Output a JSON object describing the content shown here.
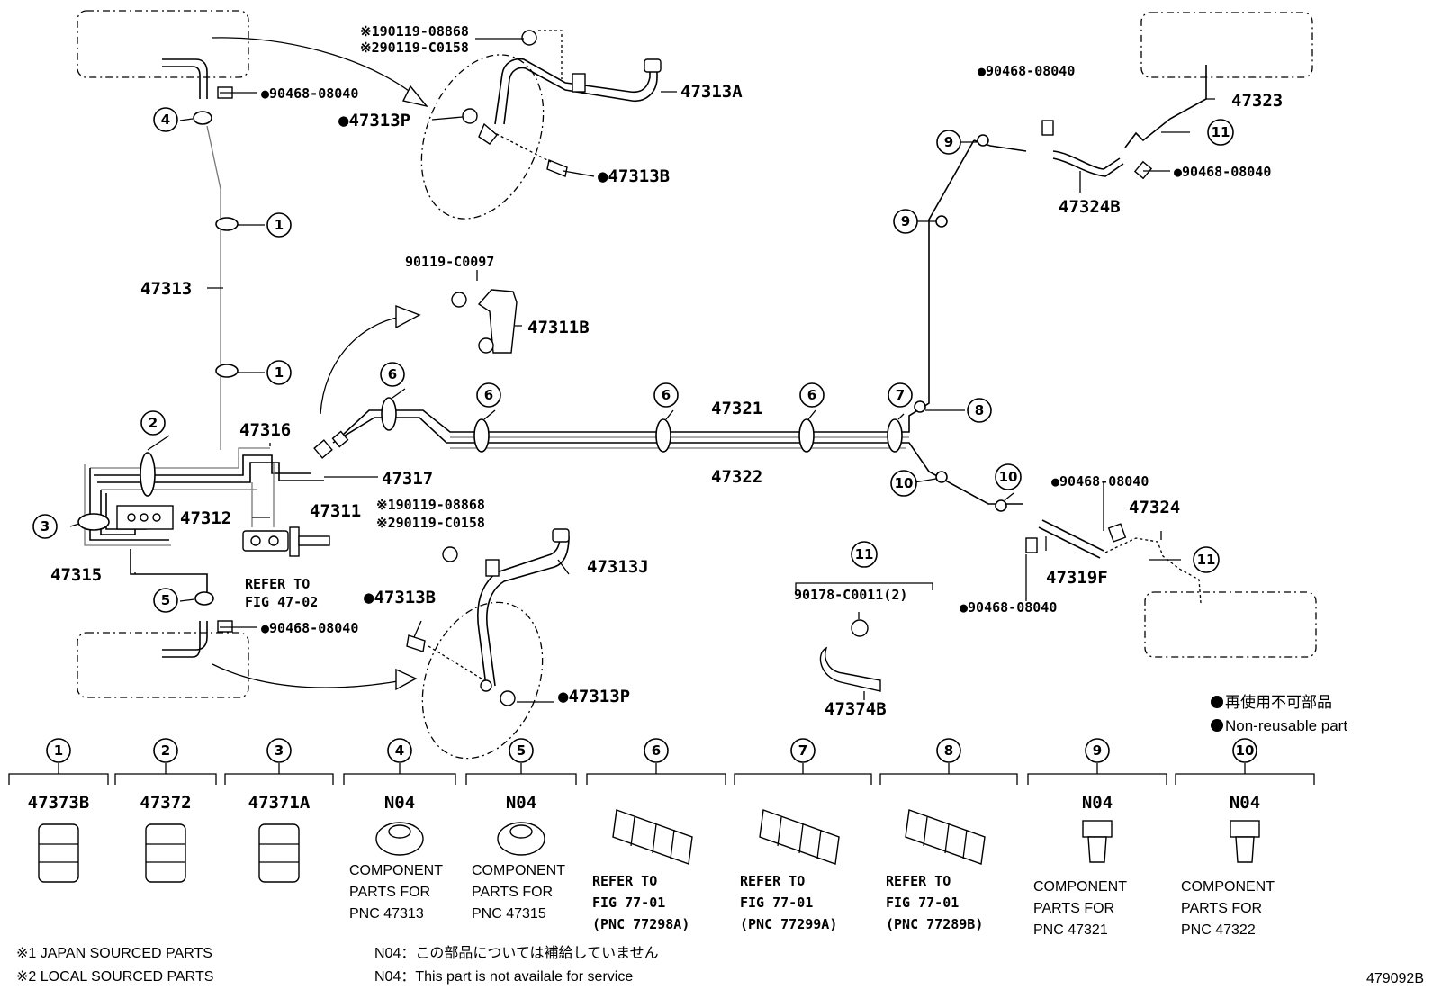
{
  "callouts": [
    {
      "id": "c1a",
      "label": "1"
    },
    {
      "id": "c1b",
      "label": "1"
    },
    {
      "id": "c2",
      "label": "2"
    },
    {
      "id": "c3",
      "label": "3"
    },
    {
      "id": "c4",
      "label": "4"
    },
    {
      "id": "c5",
      "label": "5"
    },
    {
      "id": "c6a",
      "label": "6"
    },
    {
      "id": "c6b",
      "label": "6"
    },
    {
      "id": "c6c",
      "label": "6"
    },
    {
      "id": "c6d",
      "label": "6"
    },
    {
      "id": "c7",
      "label": "7"
    },
    {
      "id": "c8",
      "label": "8"
    },
    {
      "id": "c9a",
      "label": "9"
    },
    {
      "id": "c9b",
      "label": "9"
    },
    {
      "id": "c10a",
      "label": "10"
    },
    {
      "id": "c10b",
      "label": "10"
    },
    {
      "id": "c11a",
      "label": "11"
    },
    {
      "id": "c11b",
      "label": "11"
    },
    {
      "id": "c11c",
      "label": "11"
    }
  ],
  "labels": {
    "p19011908868_top": "※190119-08868",
    "p29011c0158_top": "※290119-C0158",
    "p47313A": "47313A",
    "p47313P_top": "●47313P",
    "p47313B_top": "●47313B",
    "p90468_tl": "●90468-08040",
    "p47313": "47313",
    "p90119C0097": "90119-C0097",
    "p47311B": "47311B",
    "p47316": "47316",
    "p47317": "47317",
    "p47312": "47312",
    "p47311": "47311",
    "p47315": "47315",
    "p19011908868_bot": "※190119-08868",
    "p29011c0158_bot": "※290119-C0158",
    "p47313J": "47313J",
    "p47313B_bot": "●47313B",
    "p47313P_bot": "●47313P",
    "p90468_bl": "●90468-08040",
    "refer1": "REFER TO",
    "refer2": "FIG 47-02",
    "p47321": "47321",
    "p47322": "47322",
    "p90468_tr1": "●90468-08040",
    "p47323": "47323",
    "p90468_tr2": "●90468-08040",
    "p47324B": "47324B",
    "p90468_r1": "●90468-08040",
    "p47324": "47324",
    "p47319F": "47319F",
    "p90468_r2": "●90468-08040",
    "p90178": "90178-C0011(2)",
    "p47374B": "47374B",
    "legend1": "● 再使用不可部品",
    "legend2": "● Non-reusable part",
    "diagram_code": "479092B"
  },
  "bottom_row": [
    {
      "num": "1",
      "title": "47373B",
      "lines": []
    },
    {
      "num": "2",
      "title": "47372",
      "lines": []
    },
    {
      "num": "3",
      "title": "47371A",
      "lines": []
    },
    {
      "num": "4",
      "title": "N04",
      "lines": [
        "COMPONENT",
        "PARTS FOR",
        "PNC 47313"
      ]
    },
    {
      "num": "5",
      "title": "N04",
      "lines": [
        "COMPONENT",
        "PARTS FOR",
        "PNC 47315"
      ]
    },
    {
      "num": "6",
      "title": "",
      "lines": [
        "REFER TO",
        "FIG 77-01",
        "(PNC 77298A)"
      ]
    },
    {
      "num": "7",
      "title": "",
      "lines": [
        "REFER TO",
        "FIG 77-01",
        "(PNC 77299A)"
      ]
    },
    {
      "num": "8",
      "title": "",
      "lines": [
        "REFER TO",
        "FIG 77-01",
        "(PNC 77289B)"
      ]
    },
    {
      "num": "9",
      "title": "N04",
      "lines": [
        "COMPONENT",
        "PARTS FOR",
        "PNC 47321"
      ]
    },
    {
      "num": "10",
      "title": "N04",
      "lines": [
        "COMPONENT",
        "PARTS FOR",
        "PNC 47322"
      ]
    }
  ],
  "footnotes": {
    "f1": "※1 JAPAN SOURCED PARTS",
    "f2": "※2 LOCAL SOURCED PARTS",
    "n1": "N04：この部品については補給していません",
    "n2": "N04：This part is not availale for service"
  }
}
